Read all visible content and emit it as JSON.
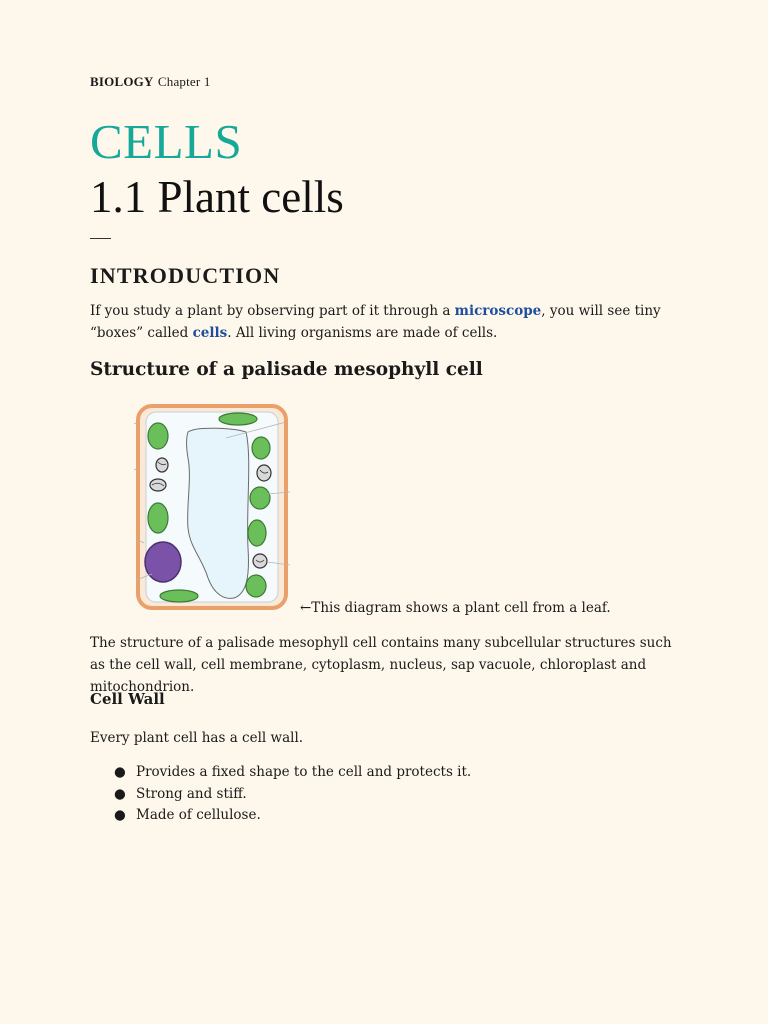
{
  "header": {
    "subject": "BIOLOGY",
    "chapter": "Chapter 1"
  },
  "chapter_title": "CELLS",
  "section_title": "1.1 Plant cells",
  "introduction": {
    "heading": "INTRODUCTION",
    "text_before_link1": "If you study a plant by observing part of it through a ",
    "link1": "microscope",
    "text_between": ", you will see tiny “boxes” called ",
    "link2": "cells",
    "text_after": ". All living organisms are made of cells."
  },
  "structure": {
    "heading": "Structure of a palisade mesophyll cell",
    "caption": "←This diagram shows a plant cell from a leaf.",
    "paragraph": "The structure of a palisade mesophyll cell contains many subcellular structures such as the cell wall, cell membrane, cytoplasm, nucleus, sap vacuole, chloroplast and mitochondrion."
  },
  "cell_wall": {
    "heading": "Cell Wall",
    "intro": "Every plant cell has a cell wall.",
    "bullet_glyph": "●",
    "bullets": [
      "Provides a fixed shape to the cell and protects it.",
      "Strong and stiff.",
      "Made of cellulose."
    ]
  },
  "colors": {
    "background": "#fef8ec",
    "accent_teal": "#17a89a",
    "link_blue": "#1f4f9c",
    "cell_wall": "#e9a06a",
    "chloroplast": "#6abf5a",
    "nucleus": "#7a52a8",
    "vacuole": "#e6f4fb"
  }
}
